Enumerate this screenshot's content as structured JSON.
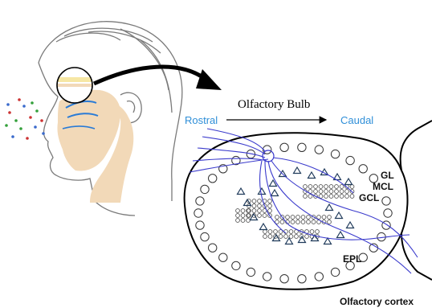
{
  "labels": {
    "rostral": "Rostral",
    "title": "Olfactory Bulb",
    "caudal": "Caudal",
    "gl": "GL",
    "mcl": "MCL",
    "gcl": "GCL",
    "epl": "EPL",
    "cortex": "Olfactory cortex"
  },
  "colors": {
    "axis_label": "#2f8fd8",
    "nasal_tissue": "#f2d9b8",
    "nerve_fibers": "#3a3acc",
    "lens_band": "#f6e7a4",
    "outline": "#000000"
  },
  "icons": {
    "main_arrow": "curved-arrow-icon",
    "axis_arrow": "right-arrow-icon",
    "mitral_cell": "triangle-icon",
    "granule_cell": "small-circle-icon",
    "glomerulus": "circle-icon"
  }
}
